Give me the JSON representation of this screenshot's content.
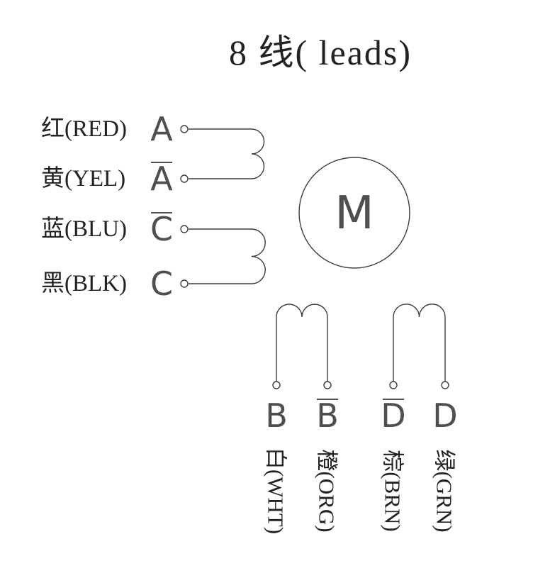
{
  "title": "8 线( leads)",
  "motor_label": "M",
  "left_leads": [
    {
      "color_label": "红(RED)",
      "terminal": "A",
      "overline": false
    },
    {
      "color_label": "黄(YEL)",
      "terminal": "A",
      "overline": true
    },
    {
      "color_label": "蓝(BLU)",
      "terminal": "C",
      "overline": true
    },
    {
      "color_label": "黑(BLK)",
      "terminal": "C",
      "overline": false
    }
  ],
  "bottom_leads": [
    {
      "color_label": "白(WHT)",
      "terminal": "B",
      "overline": false
    },
    {
      "color_label": "橙(ORG)",
      "terminal": "B",
      "overline": true
    },
    {
      "color_label": "棕(BRN)",
      "terminal": "D",
      "overline": true
    },
    {
      "color_label": "绿(GRN)",
      "terminal": "D",
      "overline": false
    }
  ],
  "style": {
    "line_color": "#3c3c3c",
    "text_color": "#222222",
    "background": "#ffffff"
  }
}
